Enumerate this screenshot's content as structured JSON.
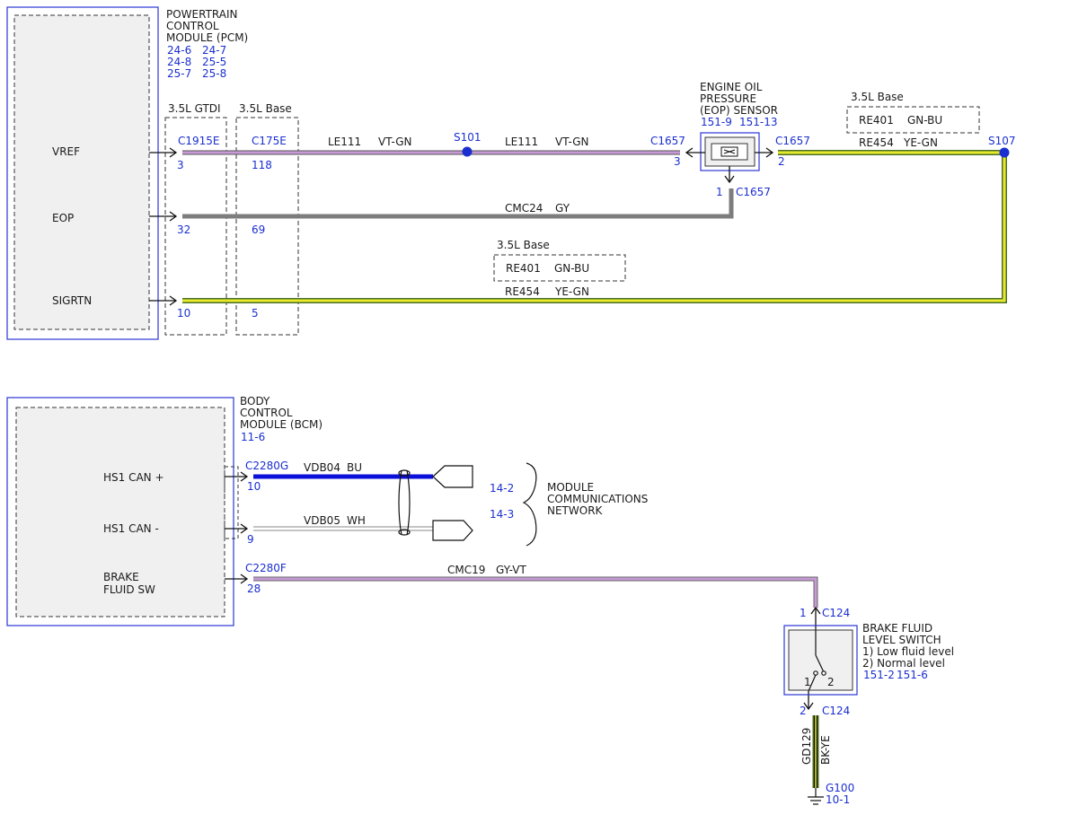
{
  "pcm": {
    "title_lines": [
      "POWERTRAIN",
      "CONTROL",
      "MODULE (PCM)"
    ],
    "refs": [
      [
        "24-6",
        "24-7"
      ],
      [
        "24-8",
        "25-5"
      ],
      [
        "25-7",
        "25-8"
      ]
    ],
    "pins": [
      "VREF",
      "EOP",
      "SIGRTN"
    ]
  },
  "variants": {
    "gtdi": "3.5L GTDI",
    "base": "3.5L Base"
  },
  "connectors": {
    "c1915e": "C1915E",
    "c175e": "C175E",
    "c1915e_pins": [
      "3",
      "32",
      "10"
    ],
    "c175e_pins": [
      "118",
      "69",
      "5"
    ],
    "c1657_left": "C1657",
    "c1657_left_pin": "3",
    "c1657_right": "C1657",
    "c1657_right_pin": "2",
    "c1657_bottom": "C1657",
    "c1657_bottom_pin": "1"
  },
  "splices": {
    "s101": "S101",
    "s107": "S107"
  },
  "wires": {
    "le111_a": {
      "circuit": "LE111",
      "color": "VT-GN"
    },
    "le111_b": {
      "circuit": "LE111",
      "color": "VT-GN"
    },
    "cmc24": {
      "circuit": "CMC24",
      "color": "GY"
    },
    "re454_top": {
      "circuit": "RE454",
      "color": "YE-GN"
    },
    "re454_bottom": {
      "circuit": "RE454",
      "color": "YE-GN"
    },
    "vdb04": {
      "circuit": "VDB04",
      "color": "BU"
    },
    "vdb05": {
      "circuit": "VDB05",
      "color": "WH"
    },
    "cmc19": {
      "circuit": "CMC19",
      "color": "GY-VT"
    },
    "gd129": {
      "circuit": "GD129",
      "color": "BK-YE"
    }
  },
  "alt_boxes": {
    "top": {
      "variant": "3.5L Base",
      "circuit": "RE401",
      "color": "GN-BU"
    },
    "middle": {
      "variant": "3.5L Base",
      "circuit": "RE401",
      "color": "GN-BU"
    }
  },
  "eop_sensor": {
    "title_lines": [
      "ENGINE OIL",
      "PRESSURE",
      "(EOP) SENSOR"
    ],
    "refs": [
      "151-9",
      "151-13"
    ]
  },
  "bcm": {
    "title_lines": [
      "BODY",
      "CONTROL",
      "MODULE (BCM)"
    ],
    "ref": "11-6",
    "pins": [
      "HS1 CAN +",
      "HS1 CAN -"
    ],
    "brake_lines": [
      "BRAKE",
      "FLUID SW"
    ],
    "c2280g": "C2280G",
    "c2280g_pins": [
      "10",
      "9"
    ],
    "c2280f": "C2280F",
    "c2280f_pin": "28"
  },
  "network": {
    "refs": [
      "14-2",
      "14-3"
    ],
    "label_lines": [
      "MODULE",
      "COMMUNICATIONS",
      "NETWORK"
    ]
  },
  "brake_switch": {
    "title_lines": [
      "BRAKE FLUID",
      "LEVEL SWITCH",
      "1) Low fluid level",
      "2) Normal level"
    ],
    "refs": [
      "151-2",
      "151-6"
    ],
    "connector_top": "C124",
    "connector_top_pin": "1",
    "connector_bottom": "C124",
    "connector_bottom_pin": "2",
    "pos1": "1",
    "pos2": "2"
  },
  "ground": {
    "name": "G100",
    "ref": "10-1"
  },
  "colors": {
    "frame_blue": "#2b35d6",
    "pin_blue": "#1a2fd0",
    "module_fill": "#f0f0f0",
    "wire_gray": "#7d7d7d",
    "wire_blue": "#0a10d8",
    "wire_violet": "#c79ad6",
    "wire_yellow": "#e7ea2a",
    "wire_green": "#2e7d32"
  }
}
